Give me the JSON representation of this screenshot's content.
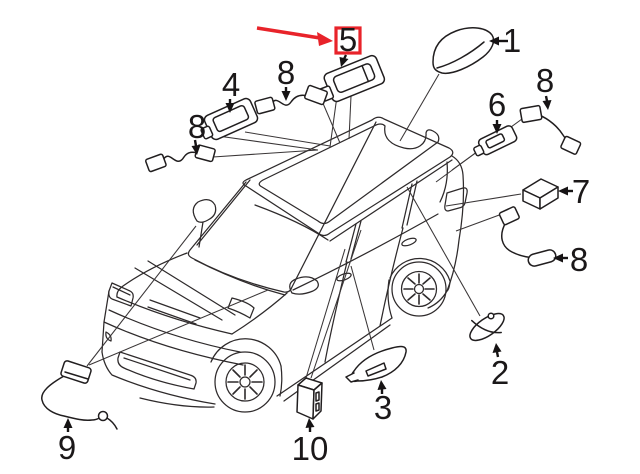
{
  "diagram": {
    "type": "vehicle-antenna-parts-diagram",
    "vehicle_alt": "SUV line illustration, front three-quarter view from above",
    "colors": {
      "background": "#ffffff",
      "line": "#2e2a2b",
      "highlight": "#e8232a",
      "label_text": "#1b1819"
    },
    "highlighted_part": "5",
    "callouts": {
      "c1": "1",
      "c2": "2",
      "c3": "3",
      "c4": "4",
      "c5": "5",
      "c6": "6",
      "c7": "7",
      "c8_top_center": "8",
      "c8_left": "8",
      "c8_top_right": "8",
      "c8_right": "8",
      "c9": "9",
      "c10": "10"
    },
    "parts": [
      {
        "id": "1",
        "icon": "shark-fin-antenna-icon"
      },
      {
        "id": "2",
        "icon": "disc-patch-antenna-icon"
      },
      {
        "id": "3",
        "icon": "handle-trim-antenna-icon"
      },
      {
        "id": "4",
        "icon": "roof-antenna-module-icon"
      },
      {
        "id": "5",
        "icon": "roof-antenna-module-icon",
        "highlighted": true
      },
      {
        "id": "6",
        "icon": "small-antenna-module-icon"
      },
      {
        "id": "7",
        "icon": "amplifier-box-icon"
      },
      {
        "id": "8",
        "icon": "antenna-jumper-cable-icon"
      },
      {
        "id": "9",
        "icon": "antenna-cable-assembly-icon"
      },
      {
        "id": "10",
        "icon": "control-module-box-icon"
      }
    ]
  }
}
